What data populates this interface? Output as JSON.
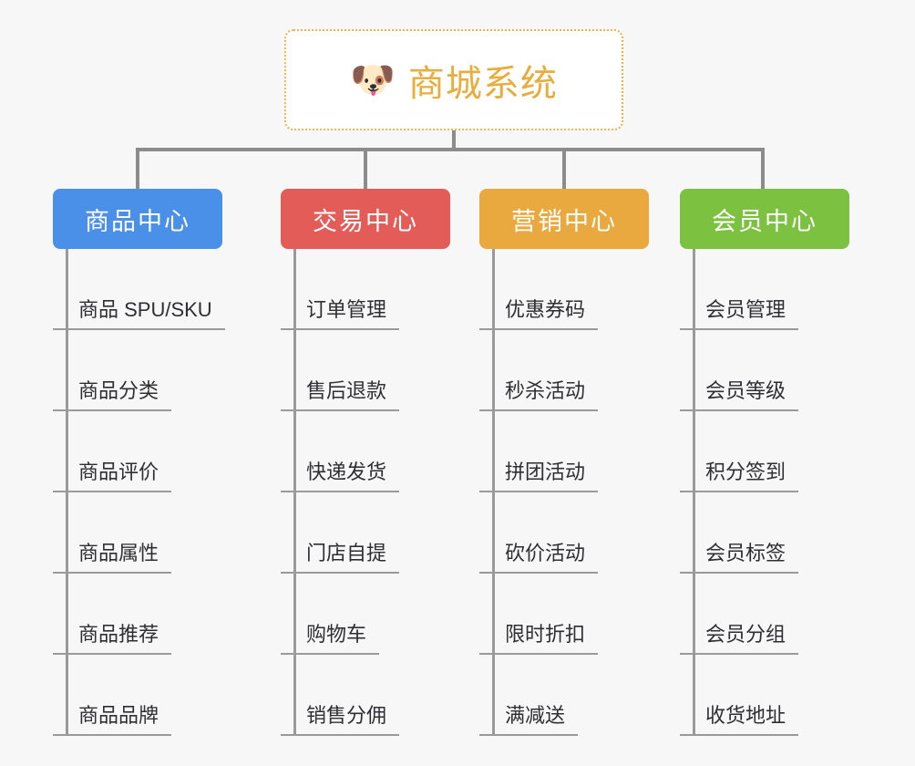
{
  "page": {
    "background_color": "#f7f7f7",
    "type": "mindmap"
  },
  "root": {
    "emoji": "dog-face-icon",
    "emoji_glyph": "🐶",
    "title": "商城系统",
    "title_color": "#e8ad3c",
    "border_color": "#edb34a",
    "background_color": "#ffffff"
  },
  "branches": [
    {
      "id": "product-center",
      "label": "商品中心",
      "color": "#4a90e8",
      "items": [
        "商品 SPU/SKU",
        "商品分类",
        "商品评价",
        "商品属性",
        "商品推荐",
        "商品品牌"
      ]
    },
    {
      "id": "trade-center",
      "label": "交易中心",
      "color": "#e45c58",
      "items": [
        "订单管理",
        "售后退款",
        "快递发货",
        "门店自提",
        "购物车",
        "销售分佣"
      ]
    },
    {
      "id": "marketing-center",
      "label": "营销中心",
      "color": "#eaa93e",
      "items": [
        "优惠券码",
        "秒杀活动",
        "拼团活动",
        "砍价活动",
        "限时折扣",
        "满减送"
      ]
    },
    {
      "id": "member-center",
      "label": "会员中心",
      "color": "#7cc13f",
      "items": [
        "会员管理",
        "会员等级",
        "积分签到",
        "会员标签",
        "会员分组",
        "收货地址"
      ]
    }
  ],
  "connector": {
    "color": "#8c8c8c",
    "spine_color": "#9a9a9a"
  }
}
